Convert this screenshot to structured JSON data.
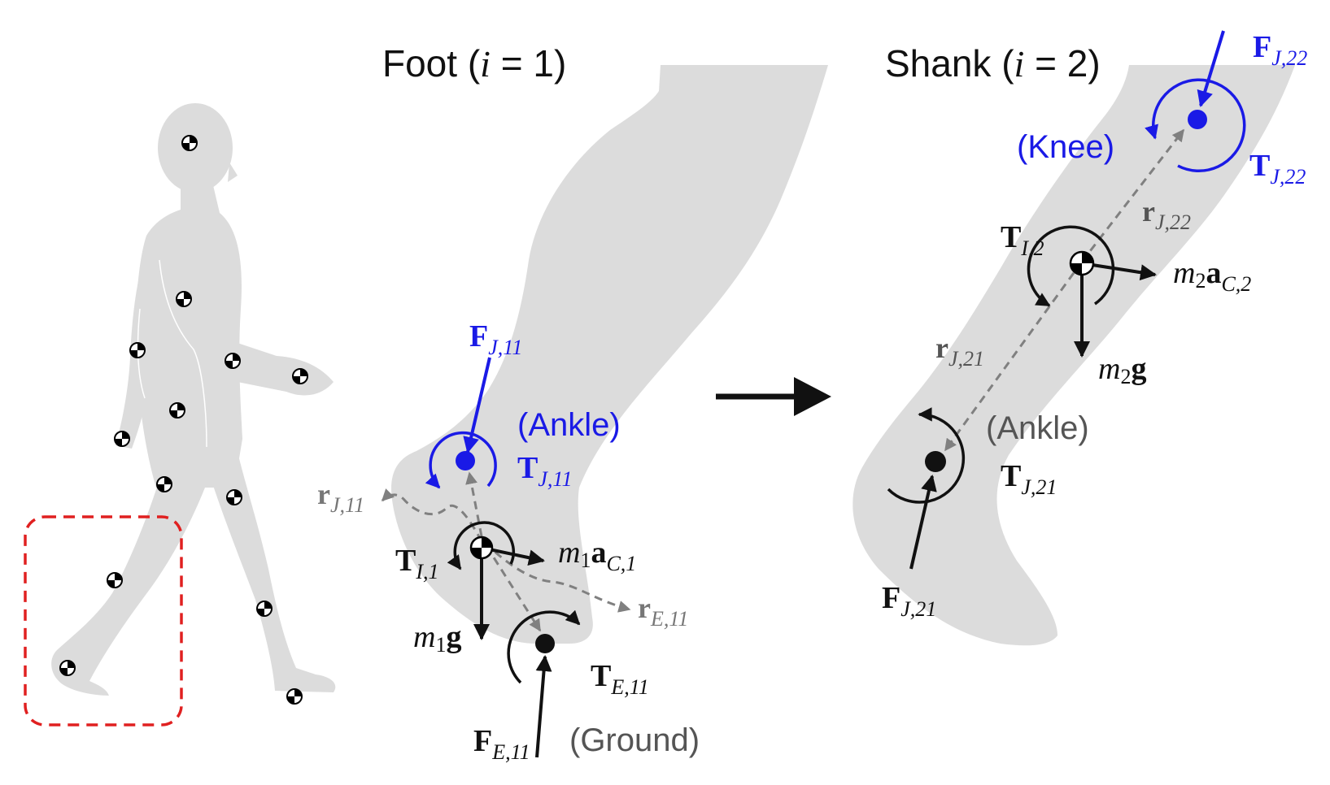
{
  "panels": {
    "foot": {
      "title_word": "Foot (",
      "title_var": "i",
      "title_rest": " = 1)"
    },
    "shank": {
      "title_word": "Shank (",
      "title_var": "i",
      "title_rest": " = 2)"
    }
  },
  "foot_labels": {
    "F_J11": {
      "main": "F",
      "sub": "J,11"
    },
    "T_J11": {
      "main": "T",
      "sub": "J,11"
    },
    "ankle": "(Ankle)",
    "r_J11": {
      "main": "r",
      "sub": "J,11"
    },
    "T_I1": {
      "main": "T",
      "sub": "I,1"
    },
    "m1aC1": {
      "m": "m",
      "idx": "1",
      "a": "a",
      "sub": "C,1"
    },
    "m1g": {
      "m": "m",
      "idx": "1",
      "g": "g"
    },
    "r_E11": {
      "main": "r",
      "sub": "E,11"
    },
    "T_E11": {
      "main": "T",
      "sub": "E,11"
    },
    "F_E11": {
      "main": "F",
      "sub": "E,11"
    },
    "ground": "(Ground)"
  },
  "shank_labels": {
    "F_J22": {
      "main": "F",
      "sub": "J,22"
    },
    "knee": "(Knee)",
    "T_J22": {
      "main": "T",
      "sub": "J,22"
    },
    "r_J22": {
      "main": "r",
      "sub": "J,22"
    },
    "T_I2": {
      "main": "T",
      "sub": "I,2"
    },
    "m2aC2": {
      "m": "m",
      "idx": "2",
      "a": "a",
      "sub": "C,2"
    },
    "m2g": {
      "m": "m",
      "idx": "2",
      "g": "g"
    },
    "r_J21": {
      "main": "r",
      "sub": "J,21"
    },
    "ankle": "(Ankle)",
    "T_J21": {
      "main": "T",
      "sub": "J,21"
    },
    "F_J21": {
      "main": "F",
      "sub": "J,21"
    }
  },
  "colors": {
    "silhouette": "#dcdcdc",
    "joint_blue": "#1a1ae6",
    "vector_black": "#111111",
    "position_gray": "#808080",
    "label_gray": "#555555",
    "highlight_red": "#e02020"
  },
  "icons": {
    "com_marker": "center-of-mass-icon",
    "transition_arrow": "right-arrow-icon"
  }
}
